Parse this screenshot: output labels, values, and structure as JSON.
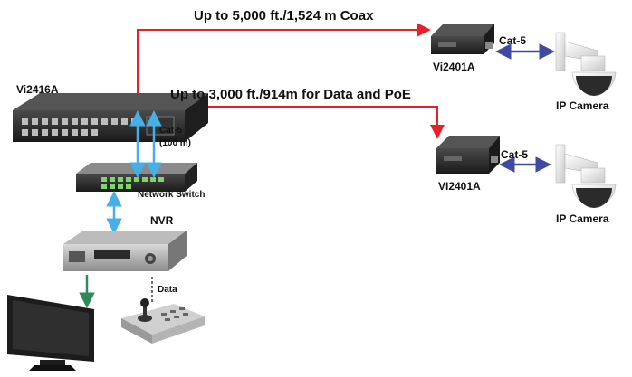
{
  "colors": {
    "coax": "#e8202a",
    "cat5_blue": "#46b0e6",
    "cat5_dark": "#3f4aa3",
    "green": "#2e8b57",
    "device": "#2d2d2d"
  },
  "labels": {
    "coax_long": "Up to 5,000 ft./1,524 m Coax",
    "data_poe": "Up to 3,000 ft./914m for Data and PoE",
    "vi2416a": "Vi2416A",
    "vi2401a_top": "Vi2401A",
    "vi2401a_bottom": "VI2401A",
    "cat5_top": "Cat-5",
    "cat5_bottom": "Cat-5",
    "cat5_switch": "Cat-5",
    "cat5_switch_dist": "(100 m)",
    "network_switch": "Network Switch",
    "nvr": "NVR",
    "ip_camera_top": "IP Camera",
    "ip_camera_bottom": "IP Camera",
    "data": "Data"
  }
}
